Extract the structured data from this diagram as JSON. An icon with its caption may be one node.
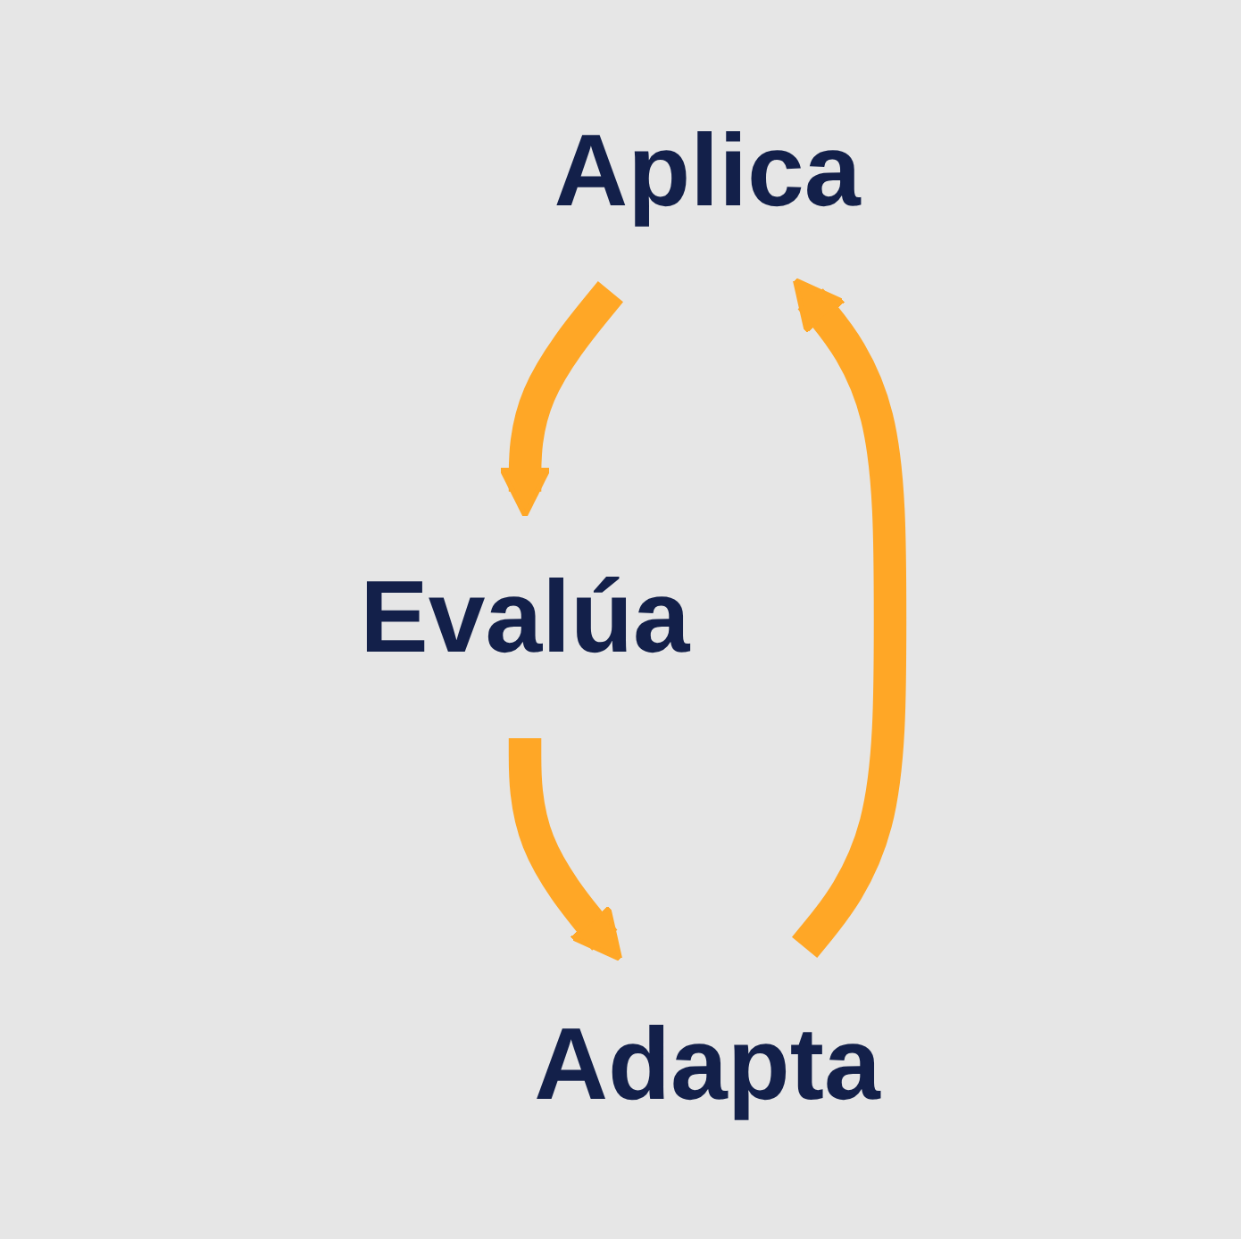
{
  "diagram": {
    "nodes": [
      {
        "text": [
          "Aplica"
        ]
      },
      {
        "text": [
          "Evalúa"
        ]
      },
      {
        "text": [
          "Adapta"
        ]
      }
    ],
    "edges": [
      {
        "from": 0,
        "to": 1,
        "arrow": "to"
      },
      {
        "from": 1,
        "to": 2,
        "arrow": "to"
      },
      {
        "from": 2,
        "to": 0,
        "arrow": "to"
      }
    ]
  }
}
